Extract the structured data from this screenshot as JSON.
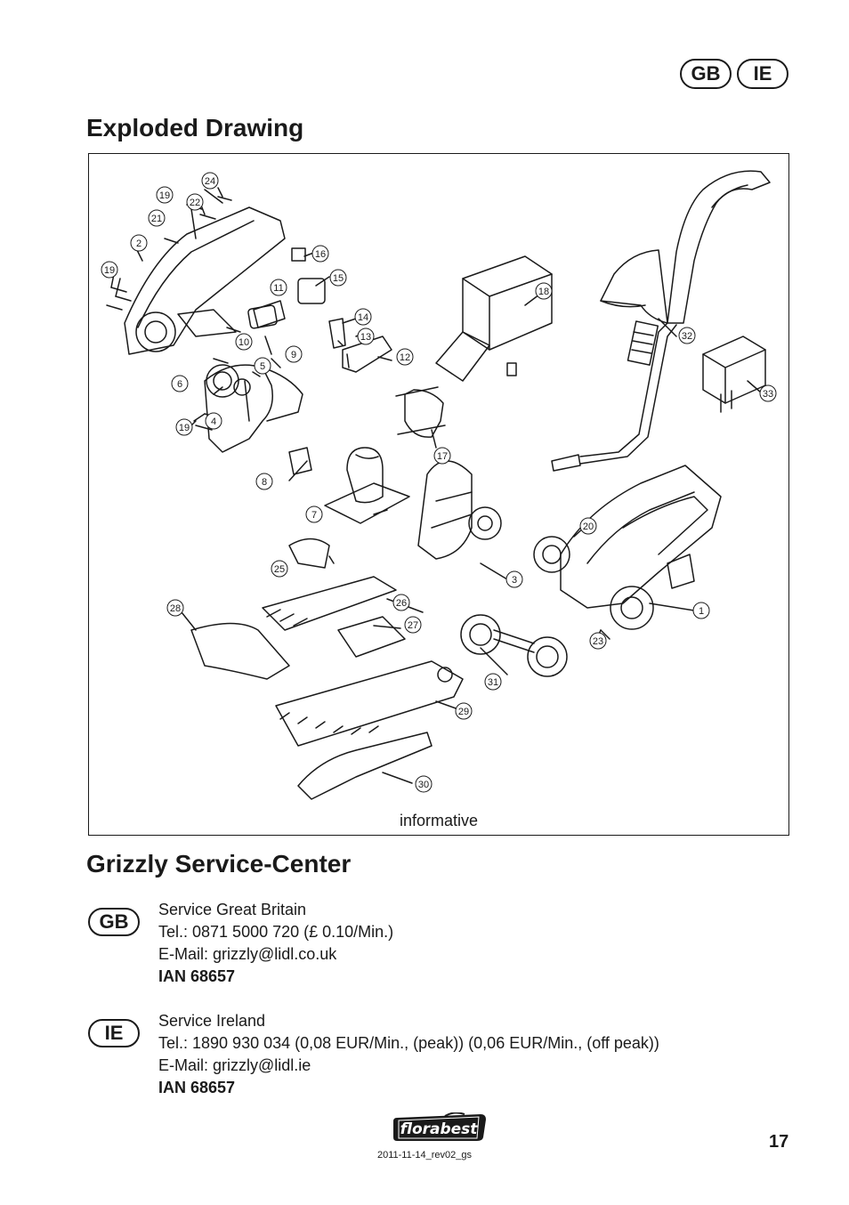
{
  "lang_tabs": [
    "GB",
    "IE"
  ],
  "titles": {
    "drawing": "Exploded Drawing",
    "service": "Grizzly Service-Center"
  },
  "drawing": {
    "caption": "informative",
    "part_labels": [
      "1",
      "2",
      "3",
      "4",
      "5",
      "6",
      "7",
      "8",
      "9",
      "10",
      "11",
      "12",
      "13",
      "14",
      "15",
      "16",
      "17",
      "18",
      "19",
      "19",
      "19",
      "20",
      "21",
      "22",
      "23",
      "24",
      "25",
      "26",
      "27",
      "28",
      "29",
      "30",
      "31",
      "32",
      "33"
    ]
  },
  "service": [
    {
      "code": "GB",
      "lines": [
        "Service Great Britain",
        "Tel.: 0871 5000 720 (£ 0.10/Min.)",
        "E-Mail: grizzly@lidl.co.uk"
      ],
      "ian": "IAN 68657"
    },
    {
      "code": "IE",
      "lines": [
        "Service Ireland",
        "Tel.: 1890 930 034 (0,08 EUR/Min., (peak)) (0,06 EUR/Min., (off peak))",
        "E-Mail: grizzly@lidl.ie"
      ],
      "ian": "IAN 68657"
    }
  ],
  "footer": {
    "brand": "florabest",
    "revision": "2011-11-14_rev02_gs",
    "page_number": "17"
  }
}
